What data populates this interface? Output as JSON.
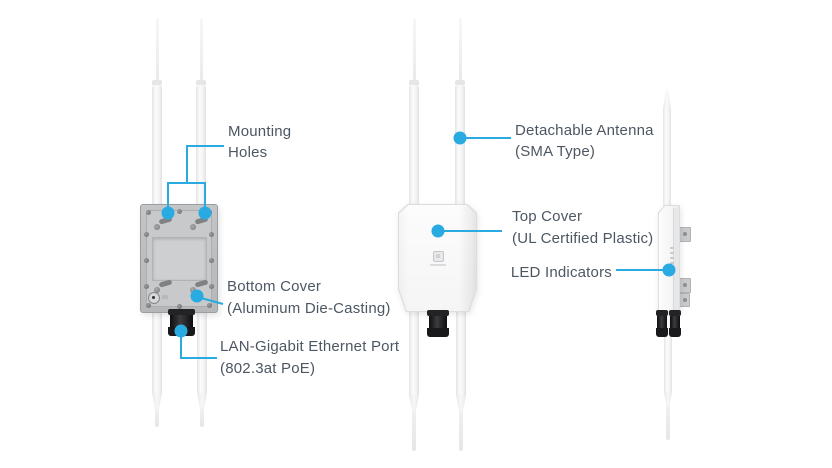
{
  "colors": {
    "accent": "#29abe2",
    "label_text": "#4d5762",
    "background": "#ffffff",
    "metal_body": "#bcbec0",
    "plastic_body": "#f8f8f9"
  },
  "callouts": {
    "mounting_holes": {
      "line1": "Mounting",
      "line2": "Holes"
    },
    "bottom_cover": {
      "line1": "Bottom Cover",
      "line2": "(Aluminum Die-Casting)"
    },
    "lan_port": {
      "line1": "LAN-Gigabit Ethernet Port",
      "line2": "(802.3at PoE)"
    },
    "detachable_antenna": {
      "line1": "Detachable Antenna",
      "line2": "(SMA Type)"
    },
    "top_cover": {
      "line1": "Top Cover",
      "line2": "(UL Certified Plastic)"
    },
    "led_indicators": {
      "line1": "LED Indicators"
    }
  }
}
